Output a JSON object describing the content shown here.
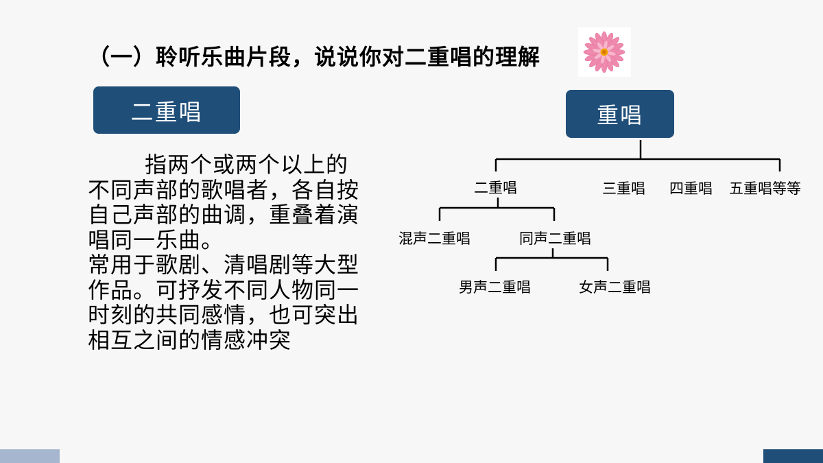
{
  "title": "（一）聆听乐曲片段，说说你对二重唱的理解",
  "decoration": {
    "icon": "pink-daisy-flower",
    "colors": [
      "#e8739a",
      "#f7b8cc",
      "#f4a300"
    ]
  },
  "term": "二重唱",
  "description": {
    "definition": "指两个或两个以上的不同声部的歌唱者，各自按自己声部的曲调，重叠着演唱同一乐曲。",
    "usage": "常用于歌剧、清唱剧等大型作品。可抒发不同人物同一时刻的共同感情，也可突出相互之间的情感冲突"
  },
  "tree": {
    "root": "重唱",
    "level1": [
      "二重唱",
      "三重唱",
      "四重唱",
      "五重唱等等"
    ],
    "level2": [
      "混声二重唱",
      "同声二重唱"
    ],
    "level3": [
      "男声二重唱",
      "女声二重唱"
    ]
  },
  "colors": {
    "box": "#1f4e79",
    "box_text": "#ffffff",
    "background": "#f7f7f7",
    "accent_left": "#a6b6cf"
  }
}
